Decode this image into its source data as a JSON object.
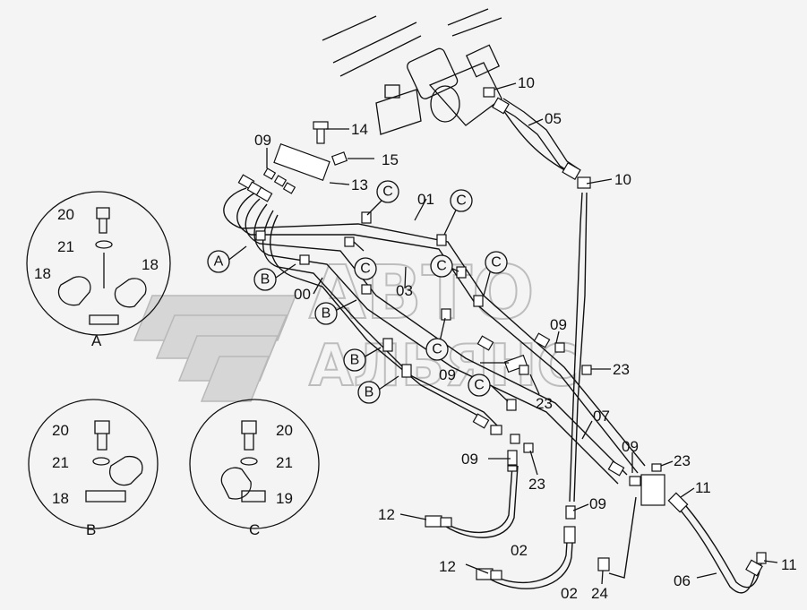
{
  "watermark": {
    "line1": "АВТО",
    "line2": "АЛЬЯНС"
  },
  "detail_views": {
    "A": {
      "label": "A",
      "bolt": "20",
      "washer": "21",
      "clamp_left": "18",
      "clamp_right": "18"
    },
    "B": {
      "label": "B",
      "bolt": "20",
      "washer": "21",
      "clamp": "18"
    },
    "C": {
      "label": "C",
      "bolt": "20",
      "washer": "21",
      "clamp": "19"
    }
  },
  "callouts": [
    "A",
    "B",
    "B",
    "B",
    "B",
    "C",
    "C",
    "C",
    "C",
    "C",
    "C",
    "C"
  ],
  "part_labels": {
    "p10a": "10",
    "p05": "05",
    "p10b": "10",
    "p14": "14",
    "p15": "15",
    "p09a": "09",
    "p13": "13",
    "p01": "01",
    "p03": "03",
    "p00": "00",
    "p09b": "09",
    "p23a": "23",
    "p09c": "09",
    "p23b": "23",
    "p07": "07",
    "p09d": "09",
    "p23c": "23",
    "p09e": "09",
    "p23d": "23",
    "p11a": "11",
    "p09f": "09",
    "p12a": "12",
    "p02a": "02",
    "p12b": "12",
    "p02b": "02",
    "p24": "24",
    "p06": "06",
    "p11b": "11"
  },
  "colors": {
    "line": "#111111",
    "background": "#f4f4f4",
    "watermark": "#bdbdbd"
  }
}
